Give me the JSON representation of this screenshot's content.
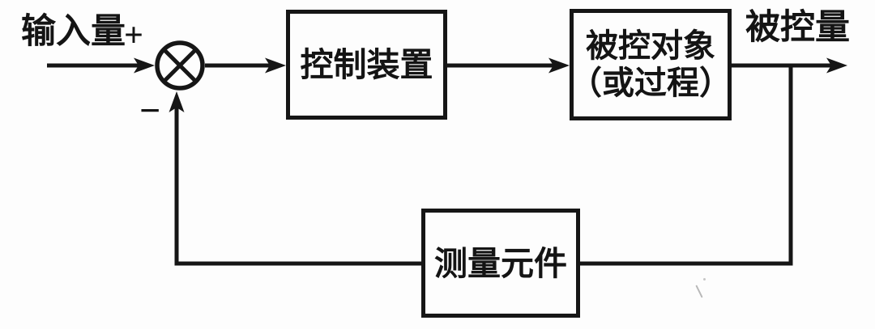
{
  "diagram": {
    "type": "feedback-control-block-diagram",
    "labels": {
      "input": "输入量",
      "plus": "+",
      "minus": "−",
      "output": "被控量"
    },
    "blocks": {
      "controller": "控制装置",
      "plant_line1": "被控对象",
      "plant_line2": "（或过程）",
      "sensor": "测量元件"
    },
    "junction": {
      "symbol": "circle-with-cross",
      "meaning": "summing-junction"
    },
    "colors": {
      "line": "#161616",
      "text": "#141414",
      "background": "#fdfdfd"
    }
  }
}
